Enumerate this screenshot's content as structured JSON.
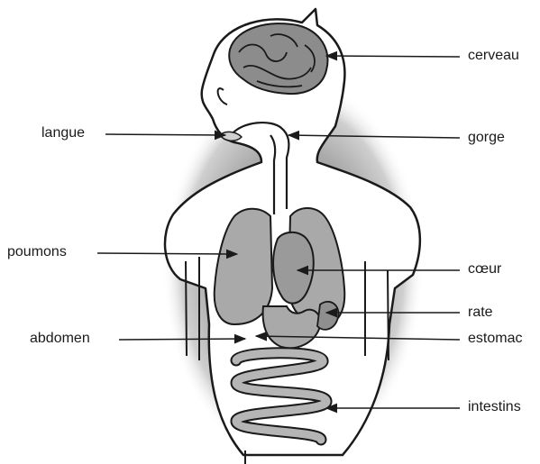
{
  "labels": {
    "cerveau": "cerveau",
    "gorge": "gorge",
    "langue": "langue",
    "poumons": "poumons",
    "coeur": "cœur",
    "rate": "rate",
    "abdomen": "abdomen",
    "estomac": "estomac",
    "intestins": "intestins"
  },
  "colors": {
    "shadow": "#9a9a9a",
    "organ_fill": "#a9a9a9",
    "brain_fill": "#8c8c8c",
    "outline": "#1a1a1a",
    "body_fill": "#ffffff"
  }
}
